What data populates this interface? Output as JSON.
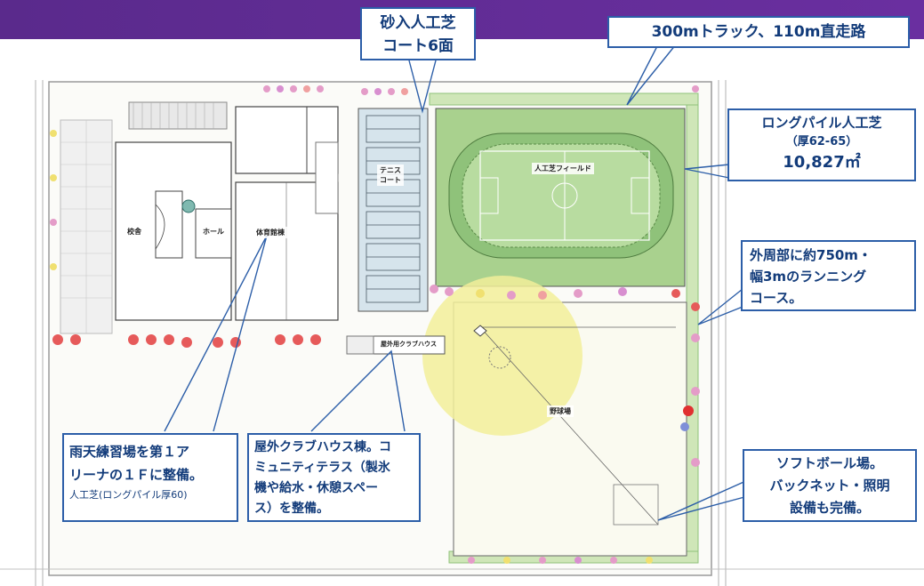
{
  "callouts": {
    "sand_courts": {
      "line1": "砂入人工芝",
      "line2": "コート6面"
    },
    "track": {
      "text": "300mトラック、110m直走路"
    },
    "longpile": {
      "line1": "ロングパイル人工芝",
      "line2": "（厚62-65）",
      "line3": "10,827㎡"
    },
    "running": {
      "line1": "外周部に約750m・",
      "line2": "幅3mのランニング",
      "line3": "コース。"
    },
    "softball": {
      "line1": "ソフトボール場。",
      "line2": "バックネット・照明",
      "line3": "設備も完備。"
    },
    "clubhouse": {
      "line1": "屋外クラブハウス棟。コ",
      "line2": "ミュニティテラス（製氷",
      "line3": "機や給水・休憩スペー",
      "line4": "ス）を整備。"
    },
    "rain": {
      "line1": "雨天練習場を第１ア",
      "line2": "リーナの１Ｆに整備。",
      "line3": "人工芝(ロングパイル厚60)"
    }
  },
  "map_labels": {
    "school": "校舎",
    "hall": "ホール",
    "gym": "体育館棟",
    "tennis_1": "テニス",
    "tennis_2": "コート",
    "field": "人工芝フィールド",
    "baseball": "野球場",
    "clubhouse_small": "屋外用クラブハウス"
  },
  "colors": {
    "header": "#5a2a8c",
    "callout_border": "#2c5ea8",
    "callout_text": "#123b7a",
    "field_green": "#a9d18e",
    "track_green": "#8fc27a",
    "baseball_yellow": "#f2ee9a",
    "tennis_blue": "#d6e4ec"
  }
}
